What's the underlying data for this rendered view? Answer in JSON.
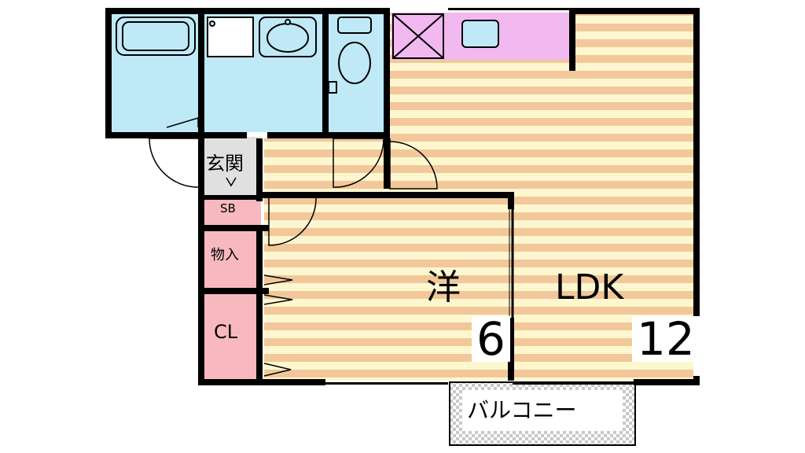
{
  "rooms": {
    "genkan": "玄関",
    "shoe_box": "SB",
    "storage": "物入",
    "closet": "CL",
    "western_room": "洋",
    "western_room_size": "6",
    "ldk": "LDK",
    "ldk_size": "12",
    "balcony": "バルコニー"
  },
  "colors": {
    "wall": "#000000",
    "floor_stripe_light": "#fdf7d0",
    "floor_stripe_dark": "#f2c89a",
    "wet_area": "#bfe9f7",
    "kitchen": "#f2b8f0",
    "closet": "#f7b9bf",
    "balcony": "#d8d8d8",
    "entry_floor": "#e0e0e0"
  }
}
